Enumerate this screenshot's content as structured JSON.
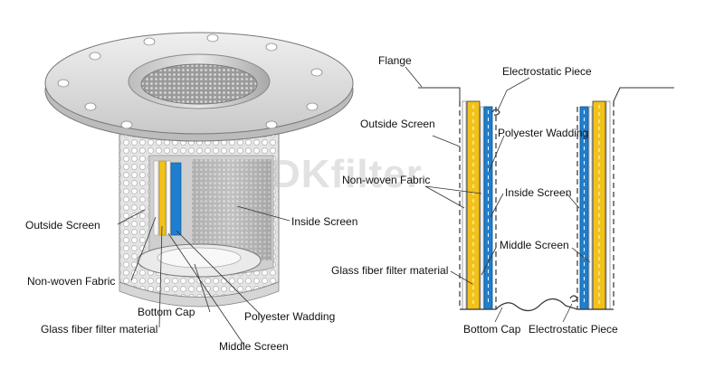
{
  "watermark": "DKfilter",
  "left": {
    "outside_screen": "Outside Screen",
    "inside_screen": "Inside Screen",
    "non_woven_fabric": "Non-woven Fabric",
    "bottom_cap": "Bottom Cap",
    "polyester_wadding": "Polyester Wadding",
    "glass_fiber": "Glass fiber filter material",
    "middle_screen": "Middle Screen"
  },
  "right": {
    "flange": "Flange",
    "electrostatic_top": "Electrostatic Piece",
    "outside_screen": "Outside Screen",
    "polyester_wadding": "Polyester Wadding",
    "non_woven_fabric": "Non-woven Fabric",
    "inside_screen": "Inside Screen",
    "middle_screen": "Middle Screen",
    "glass_fiber": "Glass fiber filter material",
    "bottom_cap": "Bottom Cap",
    "electrostatic_bottom": "Electrostatic Piece"
  },
  "colors": {
    "glass_fiber": "#f2c21a",
    "polyester": "#1e7fd0",
    "metal": "#d9d9d9",
    "line": "#333333"
  }
}
